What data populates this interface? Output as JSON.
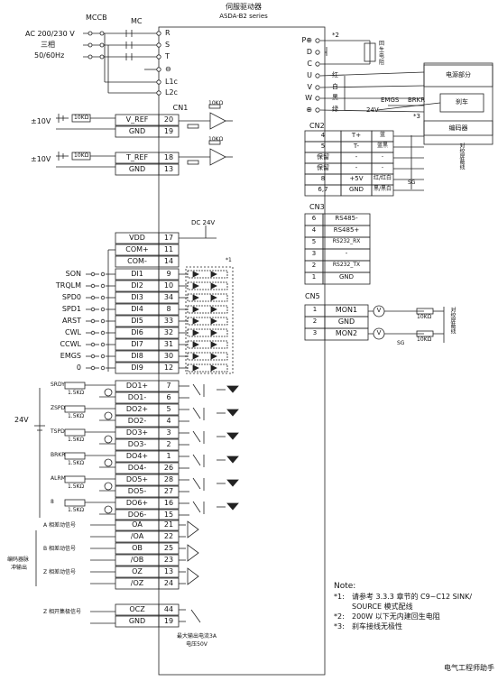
{
  "drive": {
    "line1": "伺服驱动器",
    "line2": "ASDA-B2 series"
  },
  "power": {
    "mccb": "MCCB",
    "mc": "MC",
    "supply": [
      "AC 200/230 V",
      "三相",
      "50/60Hz"
    ],
    "terminals": [
      "R",
      "S",
      "T",
      "⊖",
      "L1c",
      "L2c"
    ]
  },
  "cn1_label": "CN1",
  "analog": {
    "v_in": "±10V",
    "t_in": "±10V",
    "pot": "10KΩ",
    "rows": [
      {
        "name": "V_REF",
        "pin": "20"
      },
      {
        "name": "GND",
        "pin": "19"
      },
      {
        "name": "T_REF",
        "pin": "18"
      },
      {
        "name": "GND",
        "pin": "13"
      }
    ],
    "res": [
      "10KΩ",
      "10KΩ",
      "10KΩ",
      "10KΩ"
    ]
  },
  "supply_rows": [
    {
      "name": "VDD",
      "pin": "17"
    },
    {
      "name": "COM+",
      "pin": "11"
    },
    {
      "name": "COM-",
      "pin": "14"
    }
  ],
  "dc24": "DC 24V",
  "note_star1": "*1",
  "di_rows": [
    {
      "ext": "SON",
      "name": "DI1",
      "pin": "9"
    },
    {
      "ext": "TRQLM",
      "name": "DI2",
      "pin": "10"
    },
    {
      "ext": "SPD0",
      "name": "DI3",
      "pin": "34"
    },
    {
      "ext": "SPD1",
      "name": "DI4",
      "pin": "8"
    },
    {
      "ext": "ARST",
      "name": "DI5",
      "pin": "33"
    },
    {
      "ext": "CWL",
      "name": "DI6",
      "pin": "32"
    },
    {
      "ext": "CCWL",
      "name": "DI7",
      "pin": "31"
    },
    {
      "ext": "EMGS",
      "name": "DI8",
      "pin": "30"
    },
    {
      "ext": "0",
      "name": "DI9",
      "pin": "12"
    }
  ],
  "do_rows": [
    {
      "name": "DO1+",
      "pin": "7"
    },
    {
      "name": "DO1-",
      "pin": "6"
    },
    {
      "name": "DO2+",
      "pin": "5"
    },
    {
      "name": "DO2-",
      "pin": "4"
    },
    {
      "name": "DO3+",
      "pin": "3"
    },
    {
      "name": "DO3-",
      "pin": "2"
    },
    {
      "name": "DO4+",
      "pin": "1"
    },
    {
      "name": "DO4-",
      "pin": "26"
    },
    {
      "name": "DO5+",
      "pin": "28"
    },
    {
      "name": "DO5-",
      "pin": "27"
    },
    {
      "name": "DO6+",
      "pin": "16"
    },
    {
      "name": "DO6-",
      "pin": "15"
    }
  ],
  "do_res": "1.5KΩ",
  "do_tags": [
    "SRDY",
    "ZSPD",
    "TSPD",
    "BRKR",
    "ALRM",
    "8"
  ],
  "v24": "24V",
  "enc_rows": [
    {
      "name": "OA",
      "pin": "21"
    },
    {
      "name": "/OA",
      "pin": "22"
    },
    {
      "name": "OB",
      "pin": "25"
    },
    {
      "name": "/OB",
      "pin": "23"
    },
    {
      "name": "OZ",
      "pin": "13"
    },
    {
      "name": "/OZ",
      "pin": "24"
    },
    {
      "name": "OCZ",
      "pin": "44"
    },
    {
      "name": "GND",
      "pin": "19"
    }
  ],
  "enc_labels": [
    "A 相差动信号",
    "B 相差动信号",
    "Z 相差动信号",
    "Z 相开集极信号"
  ],
  "enc_side": [
    "编码器脉",
    "冲输出"
  ],
  "max_out": [
    "最大输出电流3A",
    "电压50V"
  ],
  "regen": {
    "terminals": [
      "P⊕",
      "D",
      "C"
    ],
    "star": "*2",
    "resistor": [
      "回",
      "生",
      "电",
      "阻"
    ]
  },
  "motor_terminals": [
    {
      "t": "U",
      "c": "红"
    },
    {
      "t": "V",
      "c": "白"
    },
    {
      "t": "W",
      "c": "黑"
    },
    {
      "t": "⊕",
      "c": "绿"
    }
  ],
  "motor": {
    "power": "电源部分",
    "brake": "刹车",
    "encoder": "编码器"
  },
  "brake_circuit": {
    "v": "24V",
    "emgs": "EMGS",
    "brkr": "BRKR",
    "star": "*3"
  },
  "cn2": {
    "label": "CN2",
    "rows": [
      {
        "pin": "4",
        "sig": "T+",
        "color": "蓝"
      },
      {
        "pin": "5",
        "sig": "T-",
        "color": "蓝黑"
      },
      {
        "pin": "保留",
        "sig": "-",
        "color": "-"
      },
      {
        "pin": "保留",
        "sig": "-",
        "color": "-"
      },
      {
        "pin": "8",
        "sig": "+5V",
        "color": "红/红白"
      },
      {
        "pin": "6,7",
        "sig": "GND",
        "color": "黑/黑白"
      }
    ],
    "shield": "对绞屏蔽线",
    "sg": "SG"
  },
  "cn3": {
    "label": "CN3",
    "rows": [
      {
        "pin": "6",
        "sig": "RS485-"
      },
      {
        "pin": "4",
        "sig": "RS485+"
      },
      {
        "pin": "5",
        "sig": "RS232_RX"
      },
      {
        "pin": "3",
        "sig": "-"
      },
      {
        "pin": "2",
        "sig": "RS232_TX"
      },
      {
        "pin": "1",
        "sig": "GND"
      }
    ]
  },
  "cn5": {
    "label": "CN5",
    "rows": [
      {
        "pin": "1",
        "sig": "MON1"
      },
      {
        "pin": "2",
        "sig": "GND"
      },
      {
        "pin": "3",
        "sig": "MON2"
      }
    ],
    "res": "10KΩ",
    "sg": "SG",
    "shield": "对绞屏蔽线",
    "meter": "V"
  },
  "notes": {
    "title": "Note:",
    "items": [
      {
        "k": "*1:",
        "v": "请参考 3.3.3 章节的 C9~C12 SINK/"
      },
      {
        "k": "",
        "v": "SOURCE 模式配线"
      },
      {
        "k": "*2:",
        "v": "200W 以下无内建回生电阻"
      },
      {
        "k": "*3:",
        "v": "刹车接线无极性"
      }
    ]
  },
  "watermark": "电气工程师助手"
}
